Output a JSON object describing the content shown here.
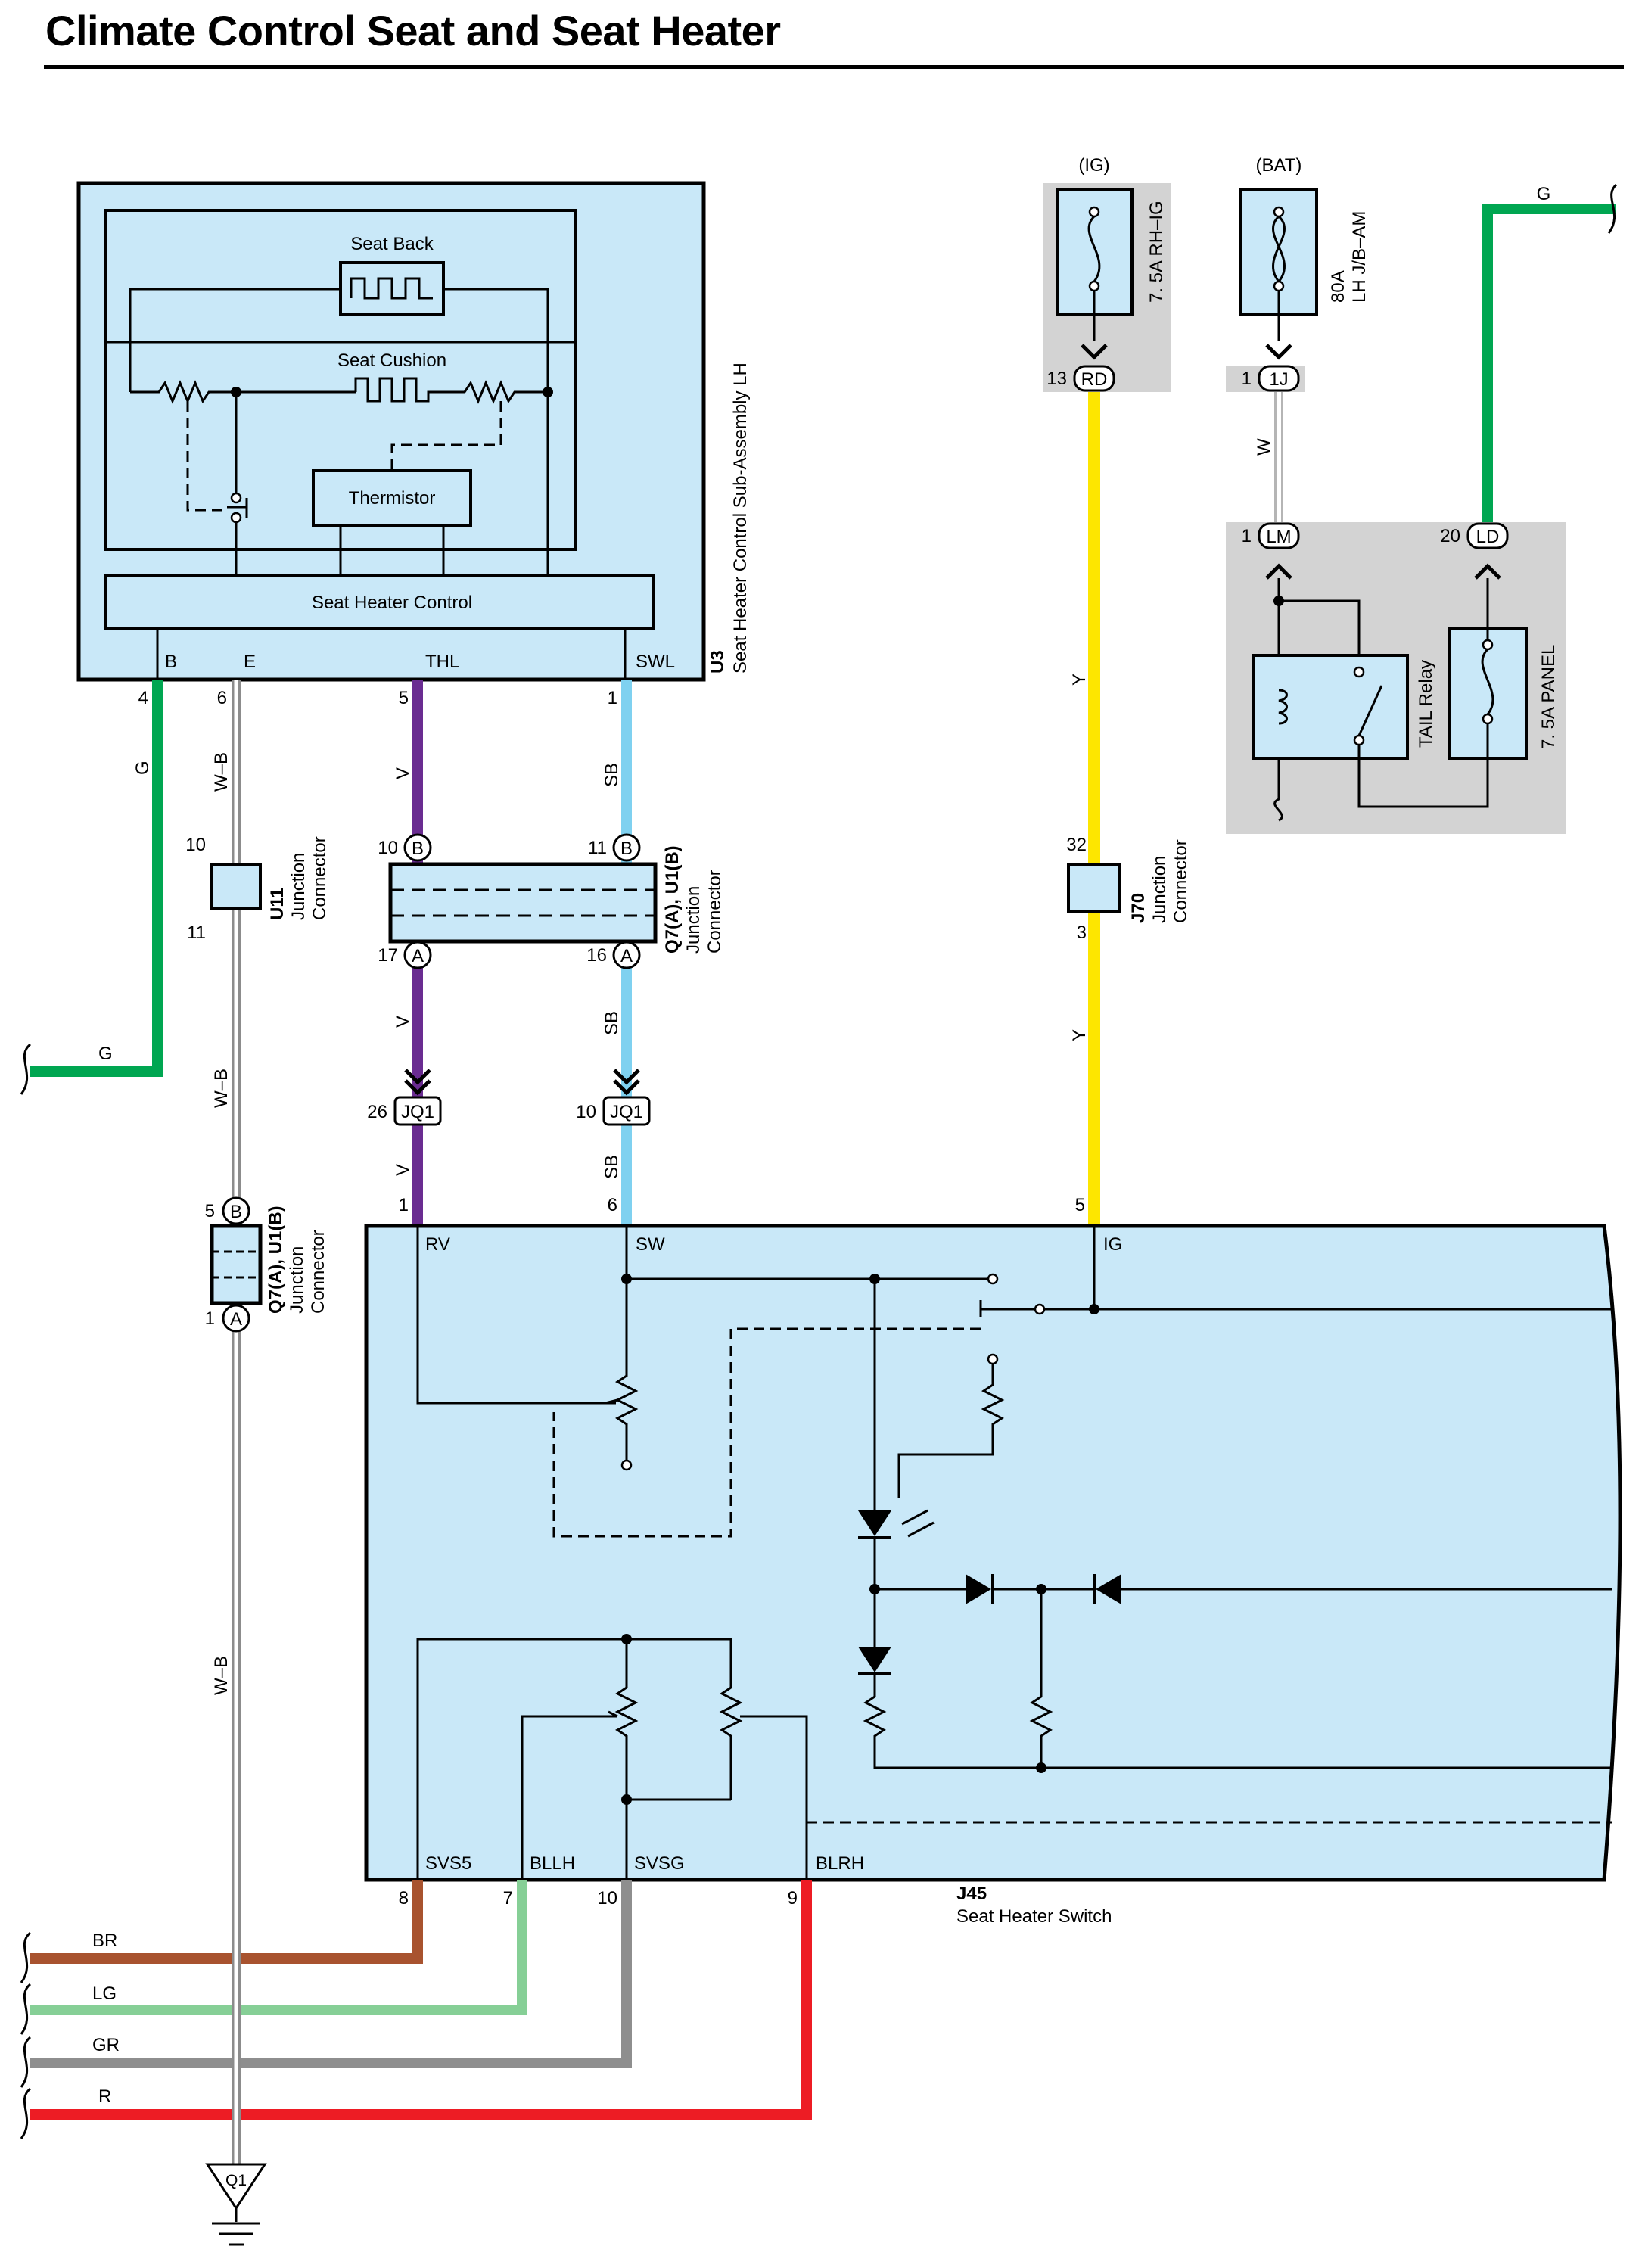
{
  "title": "Climate Control Seat and Seat Heater",
  "colors": {
    "G": "#00a651",
    "V": "#6a2c91",
    "SB": "#7fd1f0",
    "Y": "#fde600",
    "W": "#cfcfcf",
    "WB": "#8c8c8c",
    "BR": "#a8532f",
    "LG": "#86cf96",
    "GR": "#8e8e8e",
    "R": "#ed1c24",
    "module_fill": "#c9e8f8",
    "fuse_box_fill": "#d3d3d3"
  },
  "u3": {
    "code": "U3",
    "name": "Seat Heater Control Sub-Assembly LH",
    "seat_back": "Seat Back",
    "seat_cushion": "Seat Cushion",
    "thermistor": "Thermistor",
    "control": "Seat Heater Control",
    "terminals": {
      "b": "B",
      "e": "E",
      "thl": "THL",
      "swl": "SWL"
    },
    "pins": {
      "b": "4",
      "e": "6",
      "thl": "5",
      "swl": "1"
    }
  },
  "fuses": {
    "ig_source": "(IG)",
    "ig_fuse": "7. 5A RH–IG",
    "ig_conn": "RD",
    "ig_pin": "13",
    "bat_source": "(BAT)",
    "bat_fuse_amp": "80A",
    "bat_fuse_name": "LH J/B–AM",
    "bat_conn": "1J",
    "bat_pin": "1",
    "relay_in_conn": "LM",
    "relay_in_pin": "1",
    "relay_out_conn": "LD",
    "relay_out_pin": "20",
    "tail_relay": "TAIL Relay",
    "panel_fuse": "7. 5A PANEL"
  },
  "wires": {
    "g": "G",
    "wb": "W–B",
    "v": "V",
    "sb": "SB",
    "y": "Y",
    "w": "W",
    "br": "BR",
    "lg": "LG",
    "gr": "GR",
    "r": "R"
  },
  "connectors": {
    "u11": {
      "code": "U11",
      "type_1": "Junction",
      "type_2": "Connector",
      "pin_top": "10",
      "pin_bottom": "11"
    },
    "q7_upper": {
      "code": "Q7(A), U1(B)",
      "type_1": "Junction",
      "type_2": "Connector",
      "pin_left_top": "10",
      "pin_right_top": "11",
      "pin_left_bottom": "17",
      "pin_right_bottom": "16",
      "b": "B",
      "a": "A"
    },
    "j70": {
      "code": "J70",
      "type_1": "Junction",
      "type_2": "Connector",
      "pin_top": "32",
      "pin_bottom": "3"
    },
    "jq1": {
      "name": "JQ1",
      "pin_left": "26",
      "pin_right": "10"
    },
    "q7_lower": {
      "code": "Q7(A), U1(B)",
      "type_1": "Junction",
      "type_2": "Connector",
      "pin_top": "5",
      "pin_bottom": "1",
      "b": "B",
      "a": "A"
    }
  },
  "j45": {
    "code": "J45",
    "name": "Seat Heater Switch",
    "terminals": {
      "rv": "RV",
      "sw": "SW",
      "ig": "IG",
      "svs5": "SVS5",
      "bllh": "BLLH",
      "svsg": "SVSG",
      "blrh": "BLRH"
    },
    "pins": {
      "rv": "1",
      "sw": "6",
      "ig": "5",
      "svs5": "8",
      "bllh": "7",
      "svsg": "10",
      "blrh": "9"
    }
  },
  "ground": "Q1"
}
